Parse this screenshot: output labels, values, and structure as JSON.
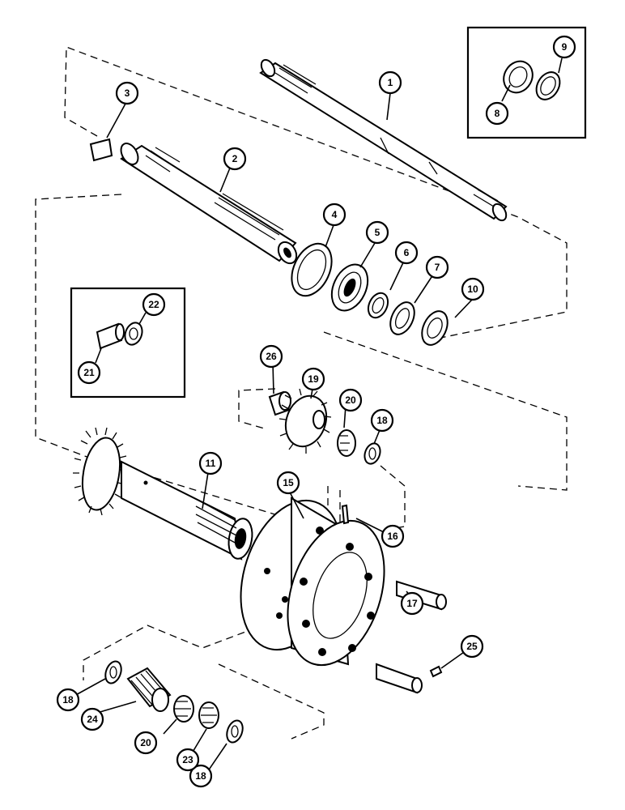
{
  "callouts": [
    {
      "id": "c1",
      "label": "1"
    },
    {
      "id": "c2",
      "label": "2"
    },
    {
      "id": "c3",
      "label": "3"
    },
    {
      "id": "c4",
      "label": "4"
    },
    {
      "id": "c5",
      "label": "5"
    },
    {
      "id": "c6",
      "label": "6"
    },
    {
      "id": "c7",
      "label": "7"
    },
    {
      "id": "c8",
      "label": "8"
    },
    {
      "id": "c9",
      "label": "9"
    },
    {
      "id": "c10",
      "label": "10"
    },
    {
      "id": "c11",
      "label": "11"
    },
    {
      "id": "c15",
      "label": "15"
    },
    {
      "id": "c16",
      "label": "16"
    },
    {
      "id": "c17",
      "label": "17"
    },
    {
      "id": "c18a",
      "label": "18"
    },
    {
      "id": "c18b",
      "label": "18"
    },
    {
      "id": "c18c",
      "label": "18"
    },
    {
      "id": "c19",
      "label": "19"
    },
    {
      "id": "c20a",
      "label": "20"
    },
    {
      "id": "c20b",
      "label": "20"
    },
    {
      "id": "c21",
      "label": "21"
    },
    {
      "id": "c22",
      "label": "22"
    },
    {
      "id": "c23",
      "label": "23"
    },
    {
      "id": "c24",
      "label": "24"
    },
    {
      "id": "c25",
      "label": "25"
    },
    {
      "id": "c26",
      "label": "26"
    }
  ]
}
